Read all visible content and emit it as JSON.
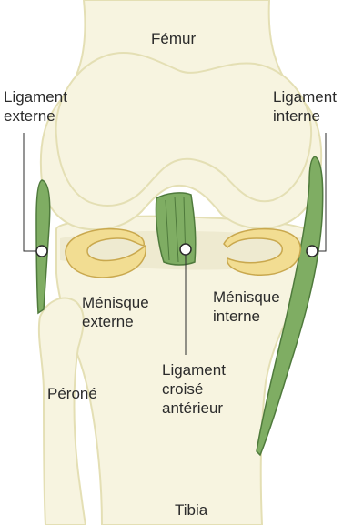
{
  "labels": {
    "femur": "Fémur",
    "ligament_externe": [
      "Ligament",
      "externe"
    ],
    "ligament_interne": [
      "Ligament",
      "interne"
    ],
    "menisque_externe": [
      "Ménisque",
      "externe"
    ],
    "menisque_interne": [
      "Ménisque",
      "interne"
    ],
    "ligament_croise": [
      "Ligament",
      "croisé",
      "antérieur"
    ],
    "perone": "Péroné",
    "tibia": "Tibia"
  },
  "colors": {
    "bone_fill": "#f7f4e0",
    "bone_outline": "#e4dfb4",
    "bone_shadow": "#eeead0",
    "meniscus_fill": "#f2dd92",
    "meniscus_outline": "#c9a84e",
    "ligament_fill": "#7fad63",
    "ligament_outline": "#4f7a3c",
    "leader_line": "#2b2b2b"
  }
}
